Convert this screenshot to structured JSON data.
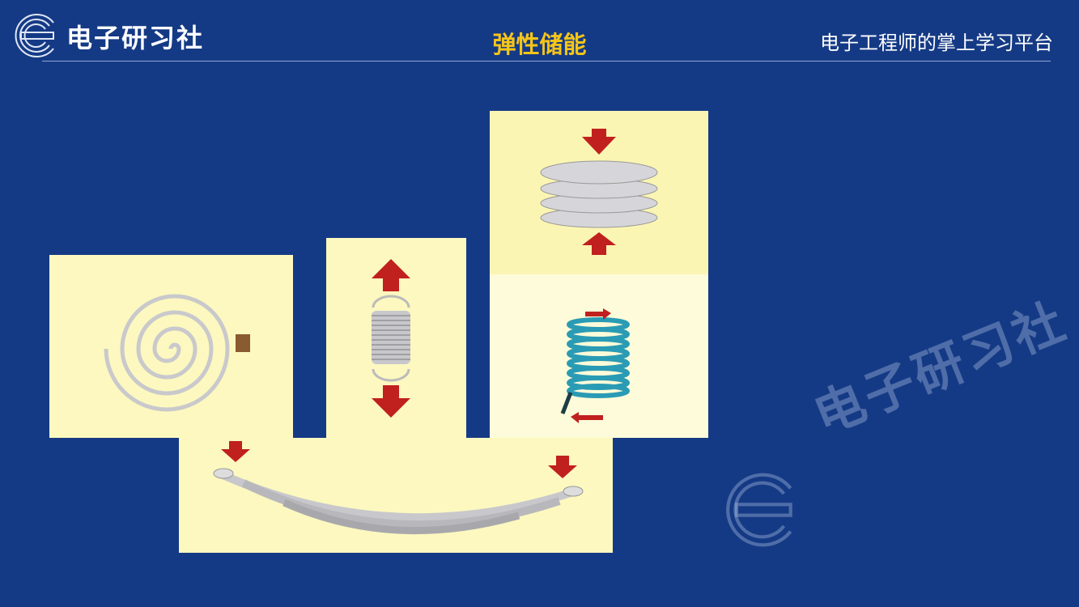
{
  "header": {
    "brand": "电子研习社",
    "title": "弹性储能",
    "subtitle": "电子工程师的掌上学习平台"
  },
  "watermark": {
    "text": "电子研习社"
  },
  "colors": {
    "background": "#153a85",
    "title": "#f5c518",
    "panel": "#fcf8bf",
    "arrow": "#c0201e"
  }
}
